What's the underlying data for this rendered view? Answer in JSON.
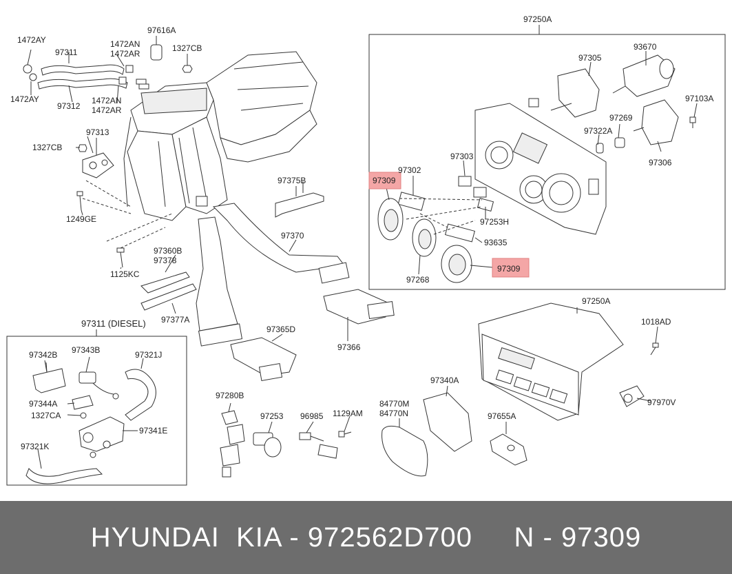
{
  "labels": {
    "p97616A": "97616A",
    "p1472AY_top": "1472AY",
    "p97311": "97311",
    "p1472AN_top": "1472AN",
    "p1472AR_top": "1472AR",
    "p1327CB_top": "1327CB",
    "p1472AY_bot": "1472AY",
    "p97312": "97312",
    "p1472AN_bot": "1472AN",
    "p1472AR_bot": "1472AR",
    "p97313": "97313",
    "p1327CB_left": "1327CB",
    "p1249GE": "1249GE",
    "p1125KC": "1125KC",
    "p97375B": "97375B",
    "p97370": "97370",
    "p97360B": "97360B",
    "p97378": "97378",
    "p97377A": "97377A",
    "p97365D": "97365D",
    "p97366": "97366",
    "p97311_diesel": "97311 (DIESEL)",
    "p97342B": "97342B",
    "p97343B": "97343B",
    "p97321J": "97321J",
    "p97344A": "97344A",
    "p1327CA": "1327CA",
    "p97341E": "97341E",
    "p97321K": "97321K",
    "p97280B": "97280B",
    "p97253": "97253",
    "p96985": "96985",
    "p1129AM": "1129AM",
    "p84770M": "84770M",
    "p84770N": "84770N",
    "p97340A": "97340A",
    "p97655A": "97655A",
    "p97250A_top": "97250A",
    "p97305": "97305",
    "p93670": "93670",
    "p97103A": "97103A",
    "p97269": "97269",
    "p97322A": "97322A",
    "p97306": "97306",
    "p97303": "97303",
    "p97302": "97302",
    "p97309_left": "97309",
    "p97253H": "97253H",
    "p93635": "93635",
    "p97268": "97268",
    "p97309_right": "97309",
    "p97250A_mid": "97250A",
    "p1018AD": "1018AD",
    "p97970V": "97970V"
  },
  "highlight_color": "#f4a6a6",
  "banner": {
    "text": "HYUNDAI  KIA - 972562D700     N - 97309",
    "background": "#6d6d6d",
    "color": "#ffffff"
  }
}
